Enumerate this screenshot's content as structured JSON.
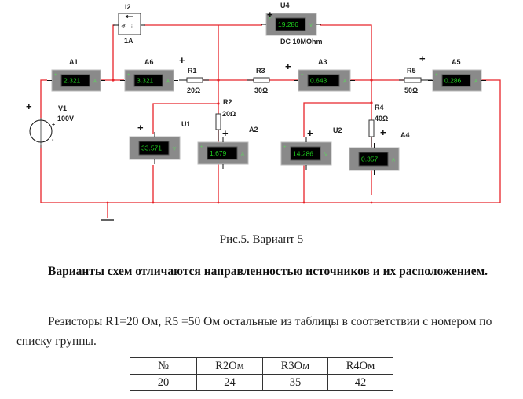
{
  "colors": {
    "wire": "#e8242a",
    "meter_body": "#8a8a8a",
    "meter_display": "#000000",
    "meter_digits": "#1fd21f"
  },
  "schematic": {
    "current_source": {
      "name": "I2",
      "value": "1A"
    },
    "voltage_source": {
      "name": "V1",
      "value": "100V",
      "plus": "+",
      "minus": "-"
    },
    "resistors": [
      {
        "name": "R1",
        "value": "20Ω"
      },
      {
        "name": "R2",
        "value": "20Ω"
      },
      {
        "name": "R3",
        "value": "30Ω"
      },
      {
        "name": "R4",
        "value": "40Ω"
      },
      {
        "name": "R5",
        "value": "50Ω"
      }
    ],
    "ammeters": [
      {
        "name": "A1",
        "reading": "2.321",
        "unit": "A"
      },
      {
        "name": "A6",
        "reading": "3.321",
        "unit": "A"
      },
      {
        "name": "A3",
        "reading": "0.643",
        "unit": "A"
      },
      {
        "name": "A5",
        "reading": "0.286",
        "unit": "A"
      },
      {
        "name": "A2",
        "reading": "1.679",
        "unit": "A"
      },
      {
        "name": "A4",
        "reading": "0.357",
        "unit": "A"
      }
    ],
    "voltmeters": [
      {
        "name": "U4",
        "reading": "19.286",
        "unit": "V",
        "mode": "DC  10MOhm"
      },
      {
        "name": "U1",
        "reading": "33.571",
        "unit": "V"
      },
      {
        "name": "U2",
        "reading": "14.286",
        "unit": "V"
      }
    ],
    "plus_sign": "+"
  },
  "caption": "Рис.5. Вариант 5",
  "paragraph_bold": "Варианты схем отличаются направленностью источников и их расположением.",
  "paragraph": "Резисторы R1=20 Ом, R5 =50 Ом остальные из таблицы в соответствии с номером по списку группы.",
  "table": {
    "headers": [
      "№",
      "R2Ом",
      "R3Ом",
      "R4Ом"
    ],
    "rows": [
      [
        "20",
        "24",
        "35",
        "42"
      ]
    ]
  }
}
